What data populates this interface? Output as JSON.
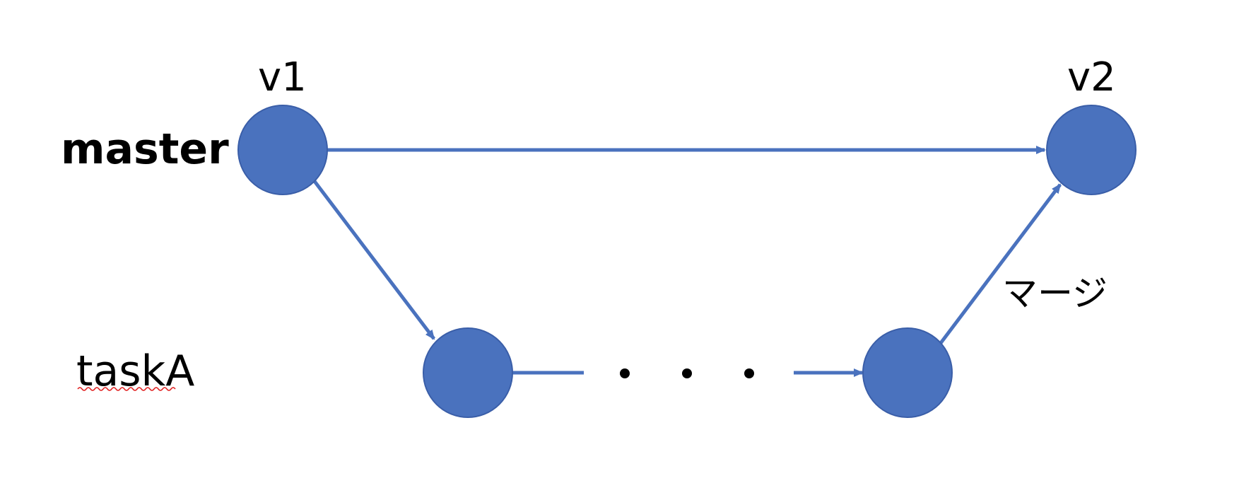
{
  "branches": {
    "master": "master",
    "task": "taskA"
  },
  "versions": {
    "v1": "v1",
    "v2": "v2"
  },
  "merge_label": "マージ",
  "ellipsis": "・・・",
  "colors": {
    "node_fill": "#4a72be",
    "node_stroke": "#3a5ea8",
    "edge": "#4a72be",
    "spellcheck_underline": "#e02020"
  }
}
